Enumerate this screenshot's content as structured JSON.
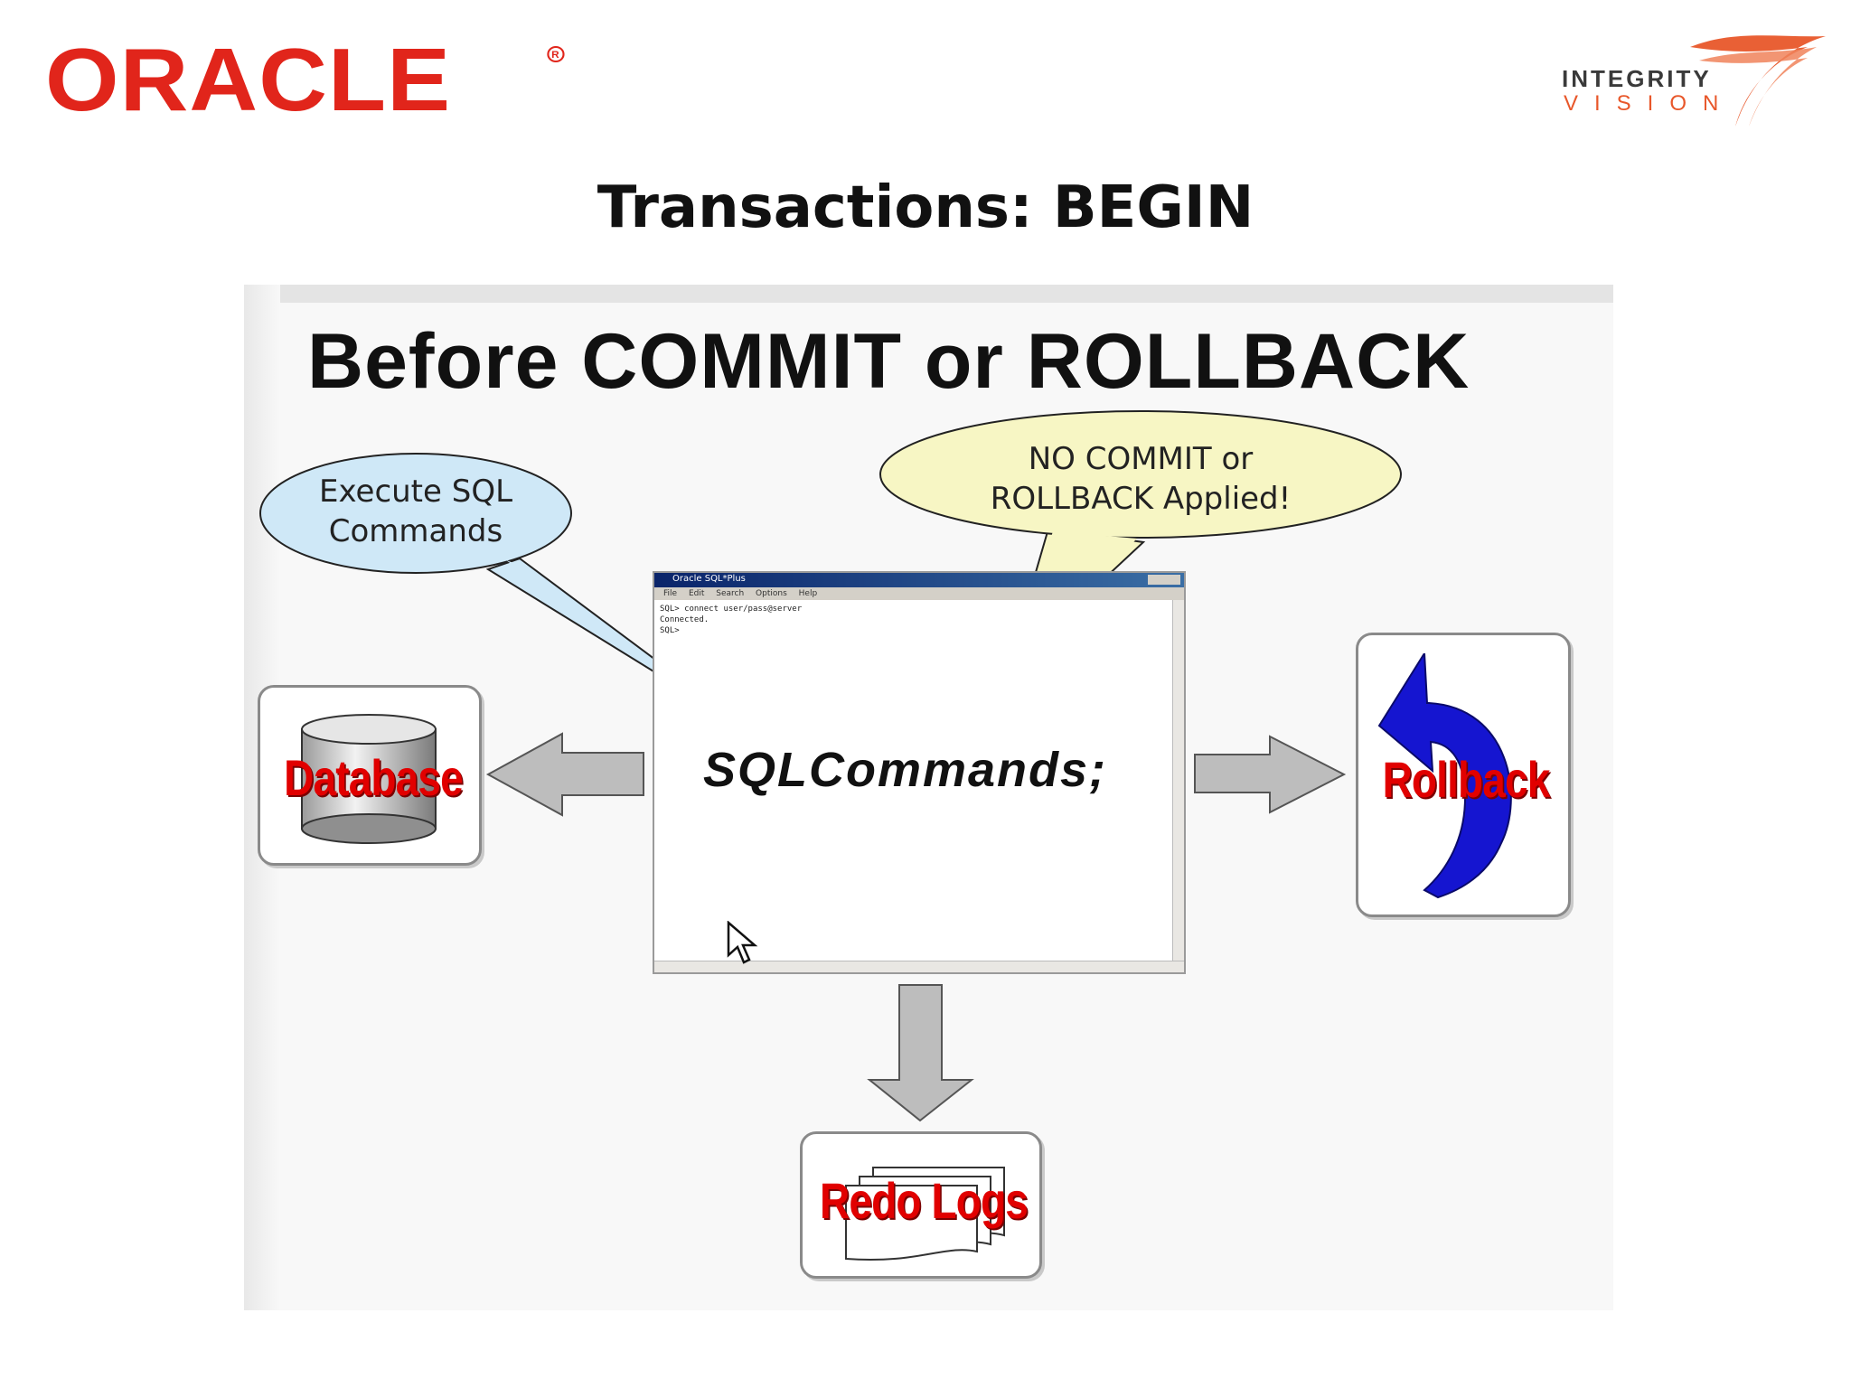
{
  "header": {
    "oracle_logo_text": "ORACLE",
    "integrity_vision_logo": {
      "line1": "INTEGRITY",
      "line2": "VISION"
    },
    "title": "Transactions: BEGIN"
  },
  "diagram": {
    "heading": "Before COMMIT or ROLLBACK",
    "callouts": {
      "execute_sql": {
        "line1": "Execute SQL",
        "line2": "Commands"
      },
      "no_commit": {
        "line1": "NO COMMIT or",
        "line2": "ROLLBACK Applied!"
      }
    },
    "sql_window": {
      "title": "Oracle SQL*Plus",
      "menu": [
        "File",
        "Edit",
        "Search",
        "Options",
        "Help"
      ],
      "console_lines": [
        "SQL> connect user/pass@server",
        "Connected.",
        "SQL>"
      ],
      "statement": "SQLCommands;"
    },
    "targets": {
      "database": "Database",
      "rollback": "Rollback",
      "redo_logs": "Redo Logs"
    }
  },
  "colors": {
    "oracle_red": "#e1251b",
    "integrity_orange": "#e8572a",
    "label_red": "#e10000",
    "arrow_gray": "#bdbdbd",
    "callout_blue": "#cfe8f7",
    "callout_yellow": "#f7f6c4",
    "rollback_blue": "#1515d0"
  }
}
